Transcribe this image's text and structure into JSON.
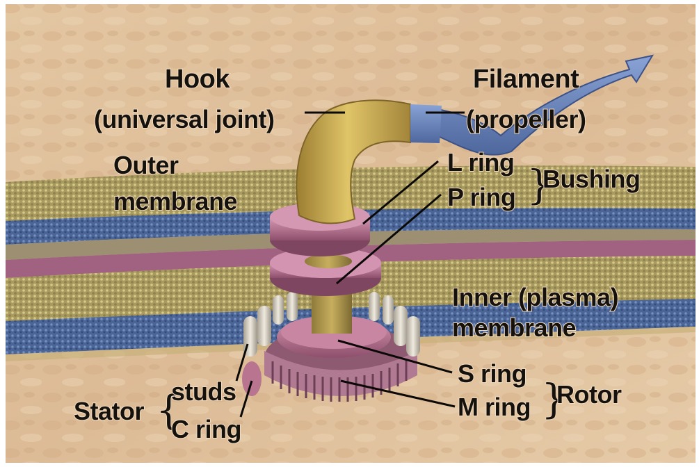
{
  "image": {
    "subject": "bacterial flagellar motor",
    "colors": {
      "background": "#dfc09c",
      "hook": "#c9a84e",
      "filament": "#6b86bd",
      "rings": "#b86f8f",
      "stator_studs": "#d8d2c4",
      "membrane_blue": "#4f6a9c",
      "membrane_tan": "#b9a86a",
      "label_text": "#15110d"
    }
  },
  "labels": {
    "hook": "Hook",
    "hook_sub": "(universal joint)",
    "filament": "Filament",
    "filament_sub": "(propeller)",
    "outer_line1": "Outer",
    "outer_line2": "membrane",
    "l_ring": "L ring",
    "p_ring": "P ring",
    "bushing": "Bushing",
    "inner_line1": "Inner (plasma)",
    "inner_line2": "membrane",
    "s_ring": "S ring",
    "m_ring": "M ring",
    "rotor": "Rotor",
    "stator": "Stator",
    "studs": "studs",
    "c_ring": "C ring"
  },
  "icons": {
    "braces": "curly-brace-icon",
    "arrow": "filament-arrow-icon"
  }
}
